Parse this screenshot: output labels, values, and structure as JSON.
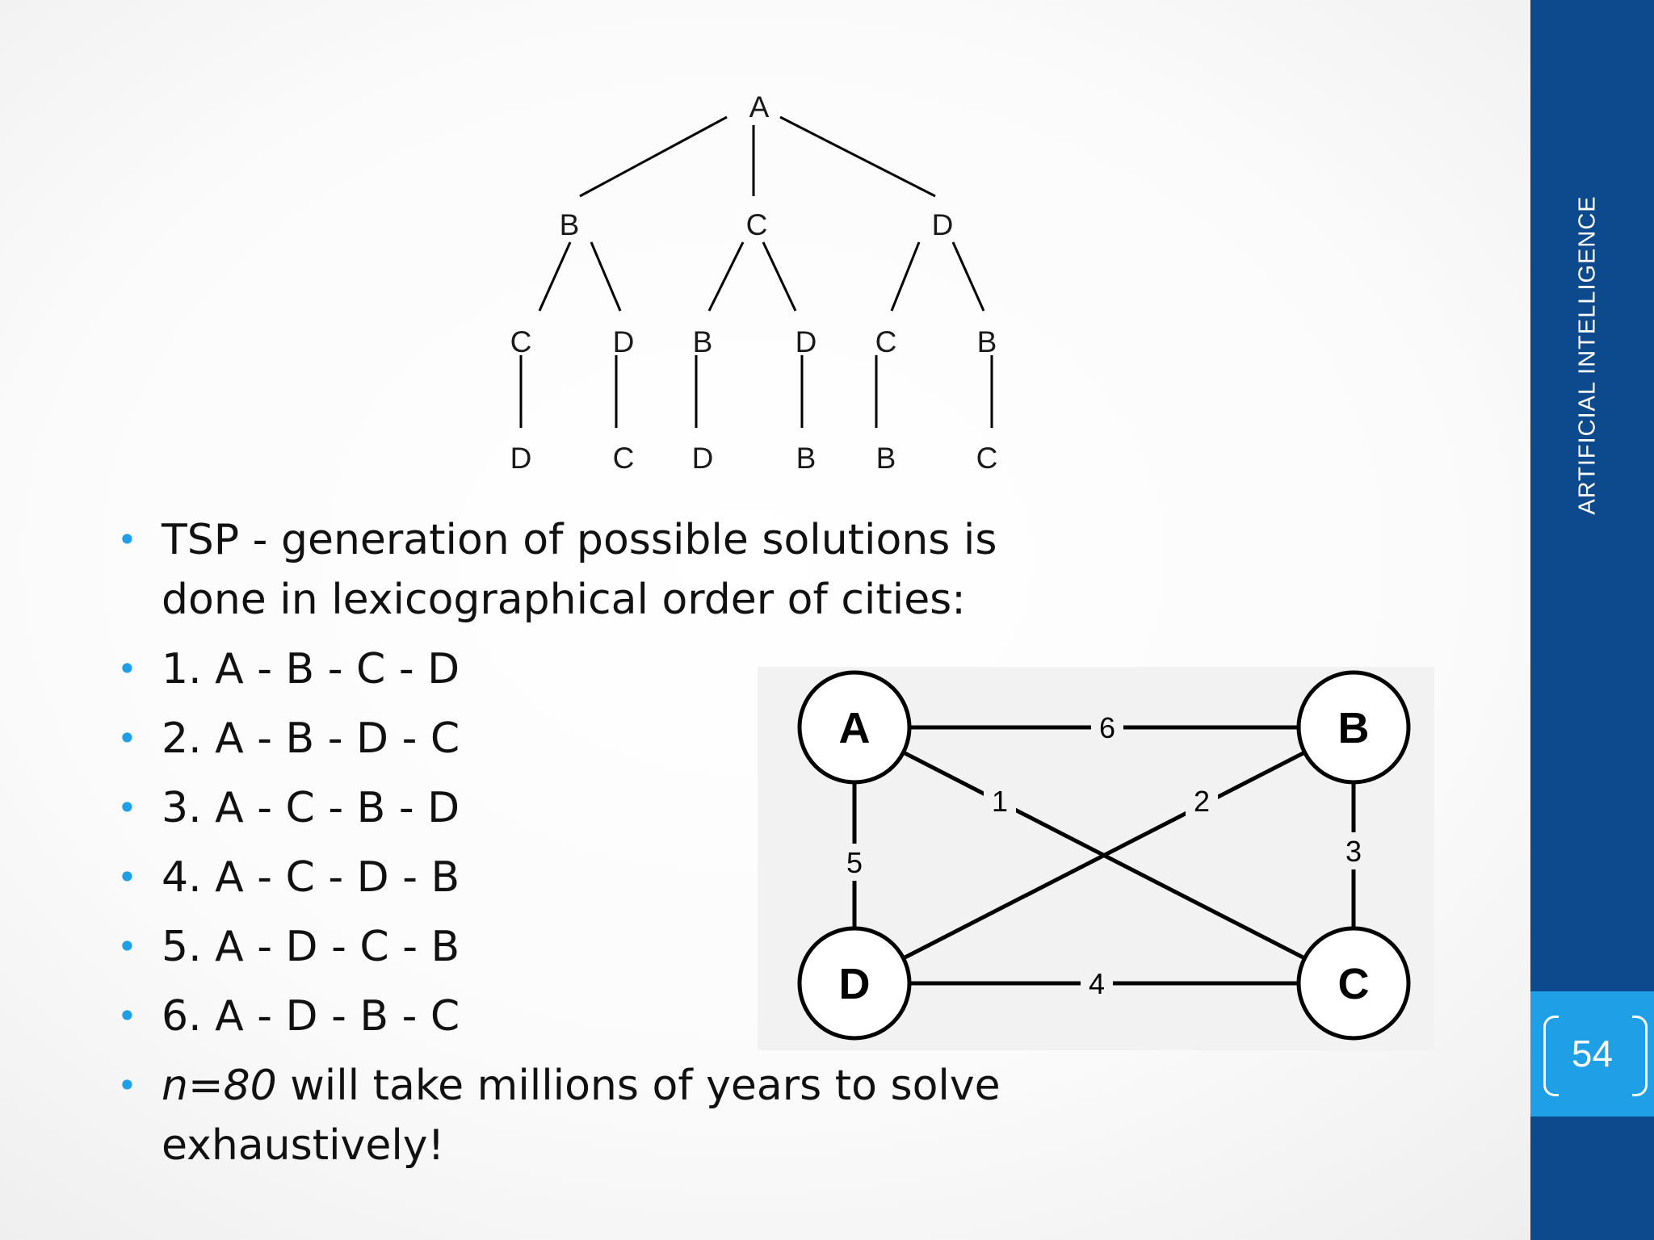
{
  "sidebar": {
    "title": "ARTIFICIAL INTELLIGENCE",
    "page_number": "54"
  },
  "tree": {
    "root": "A",
    "level1": [
      "B",
      "C",
      "D"
    ],
    "level2": [
      "C",
      "D",
      "B",
      "D",
      "C",
      "B"
    ],
    "level3": [
      "D",
      "C",
      "D",
      "B",
      "B",
      "C"
    ]
  },
  "bullets": {
    "intro": "TSP - generation of possible solutions is done in lexicographical order of cities:",
    "items": [
      "1. A - B - C - D",
      "2. A - B - D - C",
      "3. A - C - B - D",
      "4. A - C - D - B",
      "5. A - D - C - B",
      "6. A - D - B - C"
    ],
    "last_italic": "n=80",
    "last_rest": " will take millions of years to solve exhaustively!"
  },
  "graph": {
    "nodes": [
      "A",
      "B",
      "C",
      "D"
    ],
    "edges": [
      {
        "from": "A",
        "to": "B",
        "weight": "6"
      },
      {
        "from": "A",
        "to": "C",
        "weight": "1"
      },
      {
        "from": "B",
        "to": "D",
        "weight": "2"
      },
      {
        "from": "B",
        "to": "C",
        "weight": "3"
      },
      {
        "from": "A",
        "to": "D",
        "weight": "5"
      },
      {
        "from": "D",
        "to": "C",
        "weight": "4"
      }
    ]
  },
  "colors": {
    "sidebar": "#0c4a8d",
    "accent": "#1f9fe6",
    "bullet": "#1f9fe6"
  }
}
